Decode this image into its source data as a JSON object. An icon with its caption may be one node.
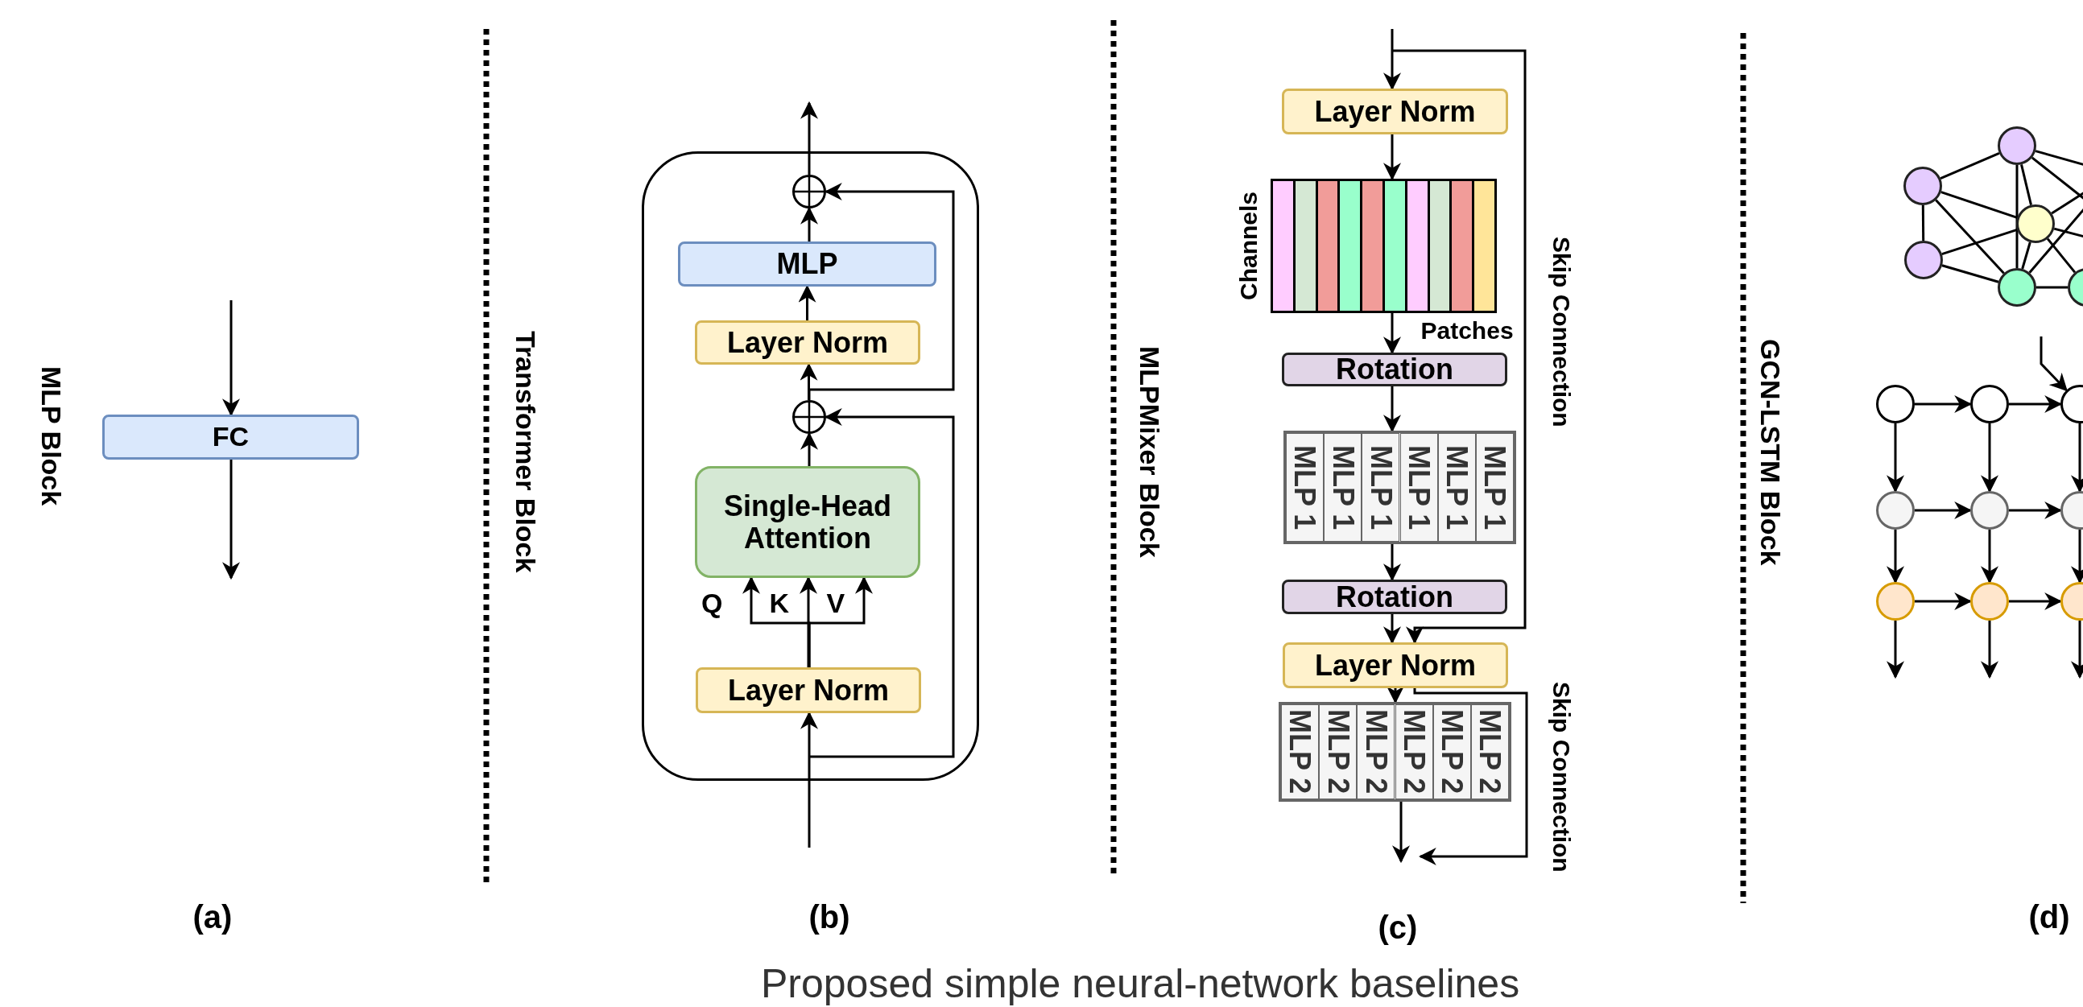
{
  "diagram": {
    "caption": "Proposed simple neural-network baselines",
    "nodes": [
      {
        "text": [
          "FC"
        ]
      },
      {
        "text": [],
        "shape": "box"
      },
      {
        "text": [],
        "shape": "circle",
        "in": 1
      },
      {
        "text": [
          "MLP"
        ],
        "in": 1
      },
      {
        "text": [
          "Layer Norm"
        ],
        "in": 1
      },
      {
        "text": [],
        "shape": "circle",
        "in": 1
      },
      {
        "text": [
          "Single-Head Attention"
        ],
        "in": 1
      },
      {
        "text": [
          "Layer Norm"
        ],
        "in": 1
      },
      {
        "text": [
          "Layer Norm"
        ]
      },
      {
        "text": [],
        "shape": "box",
        "beside": [
          "Channels",
          "Patches"
        ]
      },
      {
        "text": [
          "Rotation"
        ]
      },
      {
        "text": [],
        "shape": "box"
      },
      {
        "text": [
          "MLP 1"
        ],
        "in": 11
      },
      {
        "text": [
          "MLP 1"
        ],
        "in": 11
      },
      {
        "text": [
          "MLP 1"
        ],
        "in": 11
      },
      {
        "text": [
          "MLP 1"
        ],
        "in": 11
      },
      {
        "text": [
          "MLP 1"
        ],
        "in": 11
      },
      {
        "text": [
          "MLP 1"
        ],
        "in": 11
      },
      {
        "text": [
          "Rotation"
        ]
      },
      {
        "text": [
          "Layer Norm"
        ]
      },
      {
        "text": [],
        "shape": "box"
      },
      {
        "text": [
          "MLP 2"
        ],
        "in": 20
      },
      {
        "text": [
          "MLP 2"
        ],
        "in": 20
      },
      {
        "text": [
          "MLP 2"
        ],
        "in": 20
      },
      {
        "text": [
          "MLP 2"
        ],
        "in": 20
      },
      {
        "text": [
          "MLP 2"
        ],
        "in": 20
      },
      {
        "text": [
          "MLP 2"
        ],
        "in": 20
      },
      {
        "text": [],
        "shape": "circle"
      },
      {
        "text": [],
        "shape": "circle"
      },
      {
        "text": [],
        "shape": "circle"
      },
      {
        "text": [],
        "shape": "circle"
      },
      {
        "text": [],
        "shape": "circle"
      },
      {
        "text": [],
        "shape": "circle"
      },
      {
        "text": [],
        "shape": "circle"
      },
      {
        "text": [],
        "shape": "circle"
      },
      {
        "text": [],
        "shape": "circle"
      },
      {
        "text": [],
        "shape": "circle"
      },
      {
        "text": [],
        "shape": "circle"
      },
      {
        "text": [],
        "shape": "circle"
      },
      {
        "text": [],
        "shape": "circle"
      },
      {
        "text": [],
        "shape": "circle"
      },
      {
        "text": [],
        "shape": "circle"
      }
    ],
    "edges": [
      {
        "from": null,
        "to": 0,
        "arrow": "to"
      },
      {
        "from": 0,
        "to": null,
        "arrow": "to"
      },
      {
        "from": null,
        "to": 7,
        "arrow": "to"
      },
      {
        "from": null,
        "to": 5,
        "arrow": "to"
      },
      {
        "from": 7,
        "to": 6,
        "arrow": "to",
        "label": "Q"
      },
      {
        "from": 7,
        "to": 6,
        "arrow": "to",
        "label": "K"
      },
      {
        "from": 7,
        "to": 6,
        "arrow": "to",
        "label": "V"
      },
      {
        "from": 6,
        "to": 5,
        "arrow": "to"
      },
      {
        "from": 5,
        "to": 4,
        "arrow": "to"
      },
      {
        "from": 5,
        "to": 2,
        "arrow": "to"
      },
      {
        "from": 4,
        "to": 3,
        "arrow": "to"
      },
      {
        "from": 3,
        "to": 2,
        "arrow": "to"
      },
      {
        "from": 2,
        "to": null,
        "arrow": "to"
      },
      {
        "from": null,
        "to": 8,
        "arrow": "to"
      },
      {
        "from": null,
        "to": 19,
        "arrow": "to"
      },
      {
        "from": 8,
        "to": 9,
        "arrow": "to"
      },
      {
        "from": 9,
        "to": 10,
        "arrow": "to"
      },
      {
        "from": 10,
        "to": 11,
        "arrow": "to"
      },
      {
        "from": 11,
        "to": 18,
        "arrow": "to"
      },
      {
        "from": 18,
        "to": 19,
        "arrow": "to"
      },
      {
        "from": 19,
        "to": 20,
        "arrow": "to"
      },
      {
        "from": 24,
        "to": null,
        "arrow": "to"
      },
      {
        "from": 19,
        "to": null,
        "arrow": "to"
      },
      {
        "from": 28,
        "to": 27,
        "arrow": "none"
      },
      {
        "from": 28,
        "to": 30,
        "arrow": "none"
      },
      {
        "from": 28,
        "to": 29,
        "arrow": "none"
      },
      {
        "from": 28,
        "to": 31,
        "arrow": "none"
      },
      {
        "from": 30,
        "to": 29,
        "arrow": "none"
      },
      {
        "from": 30,
        "to": 31,
        "arrow": "none"
      },
      {
        "from": 27,
        "to": 31,
        "arrow": "none"
      },
      {
        "from": 27,
        "to": 29,
        "arrow": "none"
      },
      {
        "from": 29,
        "to": 31,
        "arrow": "none"
      },
      {
        "from": 29,
        "to": 32,
        "arrow": "none"
      },
      {
        "from": 31,
        "to": 32,
        "arrow": "none"
      },
      {
        "from": 27,
        "to": null,
        "arrow": "none"
      },
      {
        "from": 27,
        "to": null,
        "arrow": "none"
      },
      {
        "from": 29,
        "to": null,
        "arrow": "none"
      },
      {
        "from": 29,
        "to": null,
        "arrow": "none"
      },
      {
        "from": 31,
        "to": null,
        "arrow": "none"
      },
      {
        "from": null,
        "to": 35,
        "arrow": "to"
      },
      {
        "from": 33,
        "to": 34,
        "arrow": "to"
      },
      {
        "from": 34,
        "to": 35,
        "arrow": "to"
      },
      {
        "from": 36,
        "to": 37,
        "arrow": "to"
      },
      {
        "from": 37,
        "to": 38,
        "arrow": "to"
      },
      {
        "from": 39,
        "to": 40,
        "arrow": "to"
      },
      {
        "from": 40,
        "to": 41,
        "arrow": "to"
      },
      {
        "from": 33,
        "to": 36,
        "arrow": "to"
      },
      {
        "from": 36,
        "to": 39,
        "arrow": "to"
      },
      {
        "from": 39,
        "to": null,
        "arrow": "to"
      },
      {
        "from": 34,
        "to": 37,
        "arrow": "to"
      },
      {
        "from": 37,
        "to": 40,
        "arrow": "to"
      },
      {
        "from": 40,
        "to": null,
        "arrow": "to"
      },
      {
        "from": 35,
        "to": 38,
        "arrow": "to"
      },
      {
        "from": 38,
        "to": 41,
        "arrow": "to"
      },
      {
        "from": 41,
        "to": null,
        "arrow": "to"
      }
    ],
    "labels": [
      "MLP Block",
      "(a)",
      "Transformer Block",
      "(b)",
      "MLPMixer Block",
      "Skip Connection",
      "Skip Connection",
      "(c)",
      "GCN-LSTM Block",
      "(d)"
    ]
  }
}
